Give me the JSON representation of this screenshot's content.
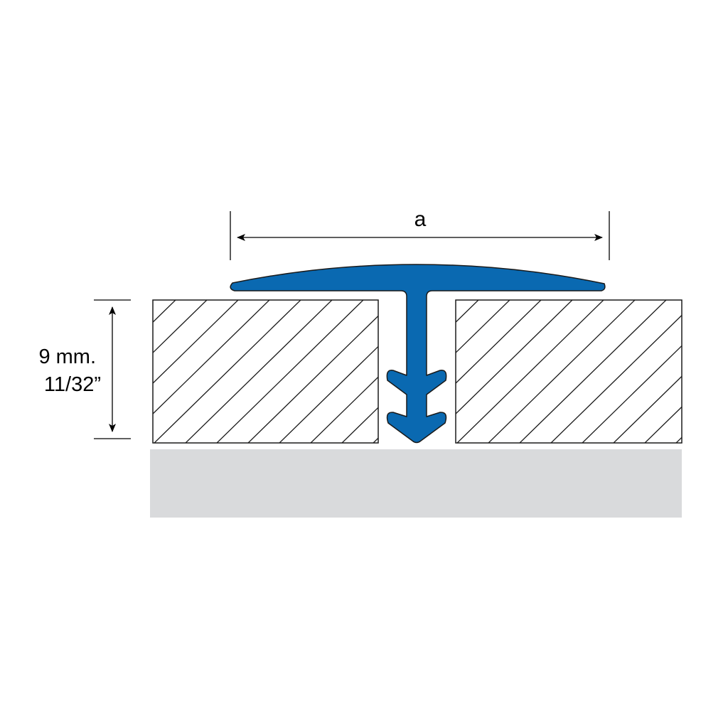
{
  "dimensions": {
    "width_label": "a",
    "height_metric": "9 mm.",
    "height_imperial": "11/32”"
  },
  "colors": {
    "profile": "#0a69b1",
    "subfloor": "#d9dadc",
    "line": "#1a1a1a"
  }
}
